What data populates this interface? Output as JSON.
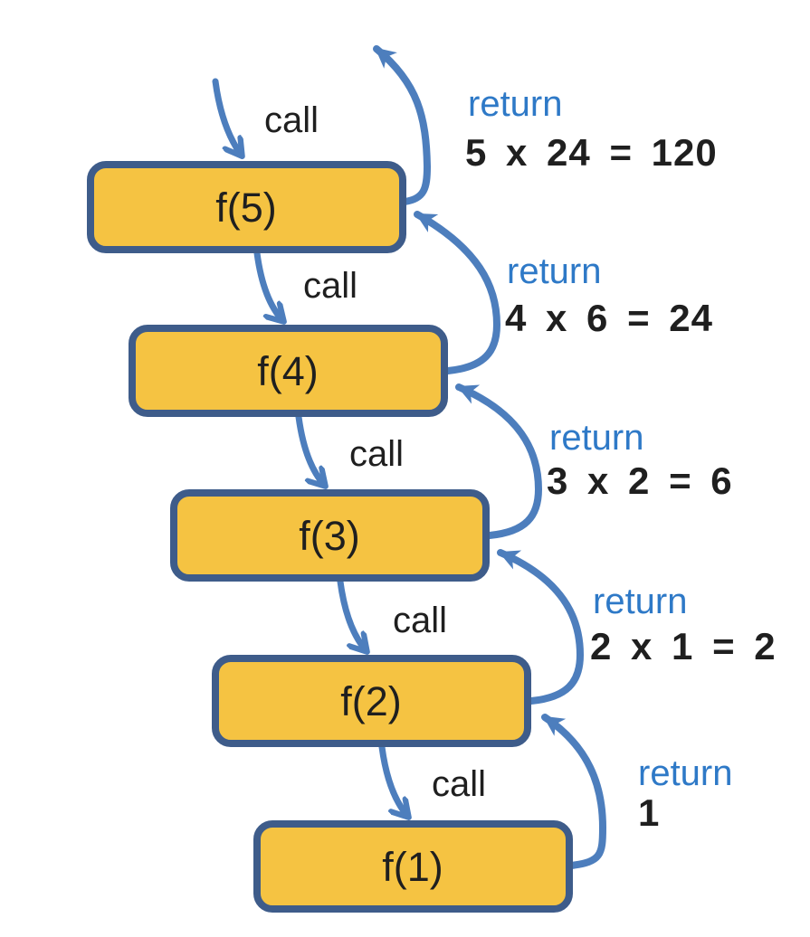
{
  "colors": {
    "background": "#ffffff",
    "box_fill": "#f5c342",
    "box_border": "#3e5c8a",
    "arrow": "#4d7ebd",
    "return_label": "#2e79c7",
    "text": "#1f1f1f"
  },
  "boxes": [
    {
      "label": "f(5)"
    },
    {
      "label": "f(4)"
    },
    {
      "label": "f(3)"
    },
    {
      "label": "f(2)"
    },
    {
      "label": "f(1)"
    }
  ],
  "calls": [
    {
      "label": "call"
    },
    {
      "label": "call"
    },
    {
      "label": "call"
    },
    {
      "label": "call"
    },
    {
      "label": "call"
    }
  ],
  "returns": [
    {
      "label": "return",
      "formula": "5 x 24 = 120"
    },
    {
      "label": "return",
      "formula": "4 x 6 = 24"
    },
    {
      "label": "return",
      "formula": "3 x 2 = 6"
    },
    {
      "label": "return",
      "formula": "2 x 1 = 2"
    },
    {
      "label": "return",
      "formula": "1"
    }
  ]
}
